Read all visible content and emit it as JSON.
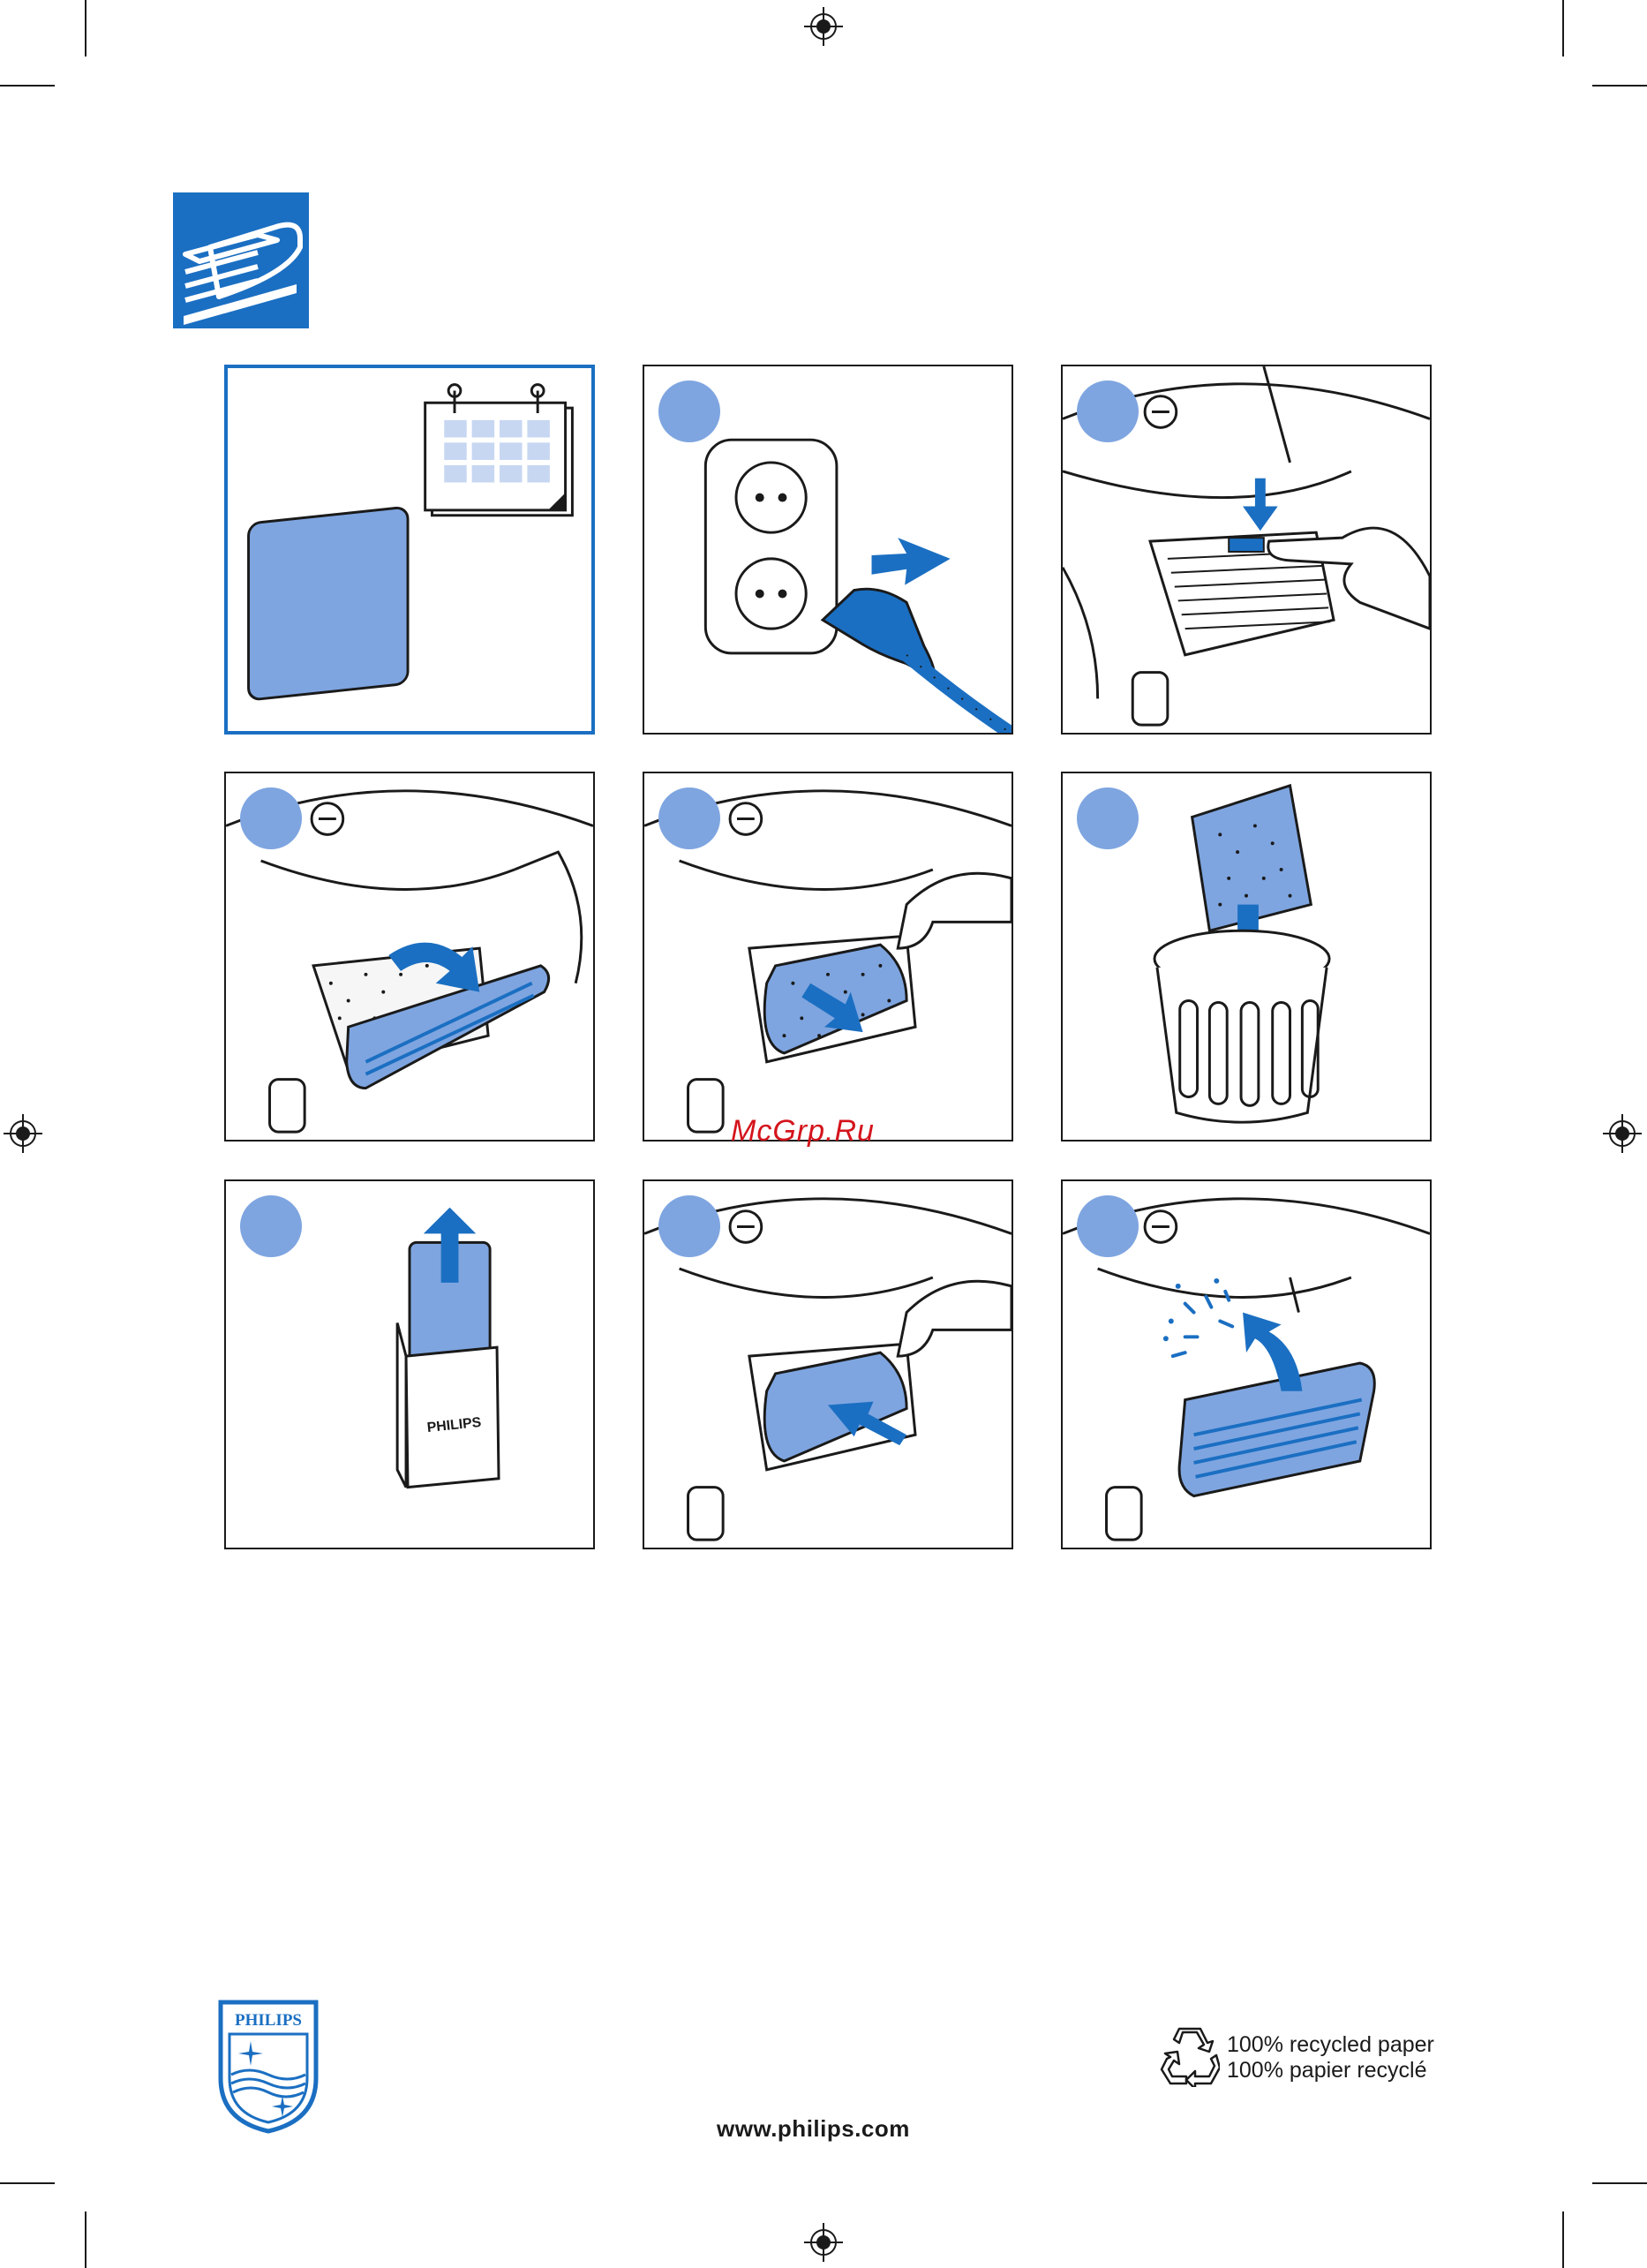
{
  "watermark": "McGrp.Ru",
  "brand_logo_text": "PHILIPS",
  "filter_box_label": "PHILIPS",
  "recycle": {
    "line1": "100% recycled paper",
    "line2": "100% papier recyclé"
  },
  "footer_url": "www.philips.com",
  "steps": [
    {
      "id": "overview",
      "illustration": "replacement-interval",
      "icon_names": [
        "filter-pad-icon",
        "calendar-icon"
      ]
    },
    {
      "id": "step-1",
      "illustration": "unplug-from-socket"
    },
    {
      "id": "step-2",
      "illustration": "release-grille-latch"
    },
    {
      "id": "step-3",
      "illustration": "open-grille"
    },
    {
      "id": "step-4",
      "illustration": "remove-dirty-filter"
    },
    {
      "id": "step-5",
      "illustration": "discard-filter-in-bin"
    },
    {
      "id": "step-6",
      "illustration": "take-new-filter-from-box"
    },
    {
      "id": "step-7",
      "illustration": "insert-new-filter"
    },
    {
      "id": "step-8",
      "illustration": "close-grille"
    }
  ],
  "colors": {
    "brand_blue": "#1b6fc2",
    "step_dot": "#7ea5e0",
    "filter_blue": "#7ea5e0",
    "watermark_red": "#d4141c"
  }
}
